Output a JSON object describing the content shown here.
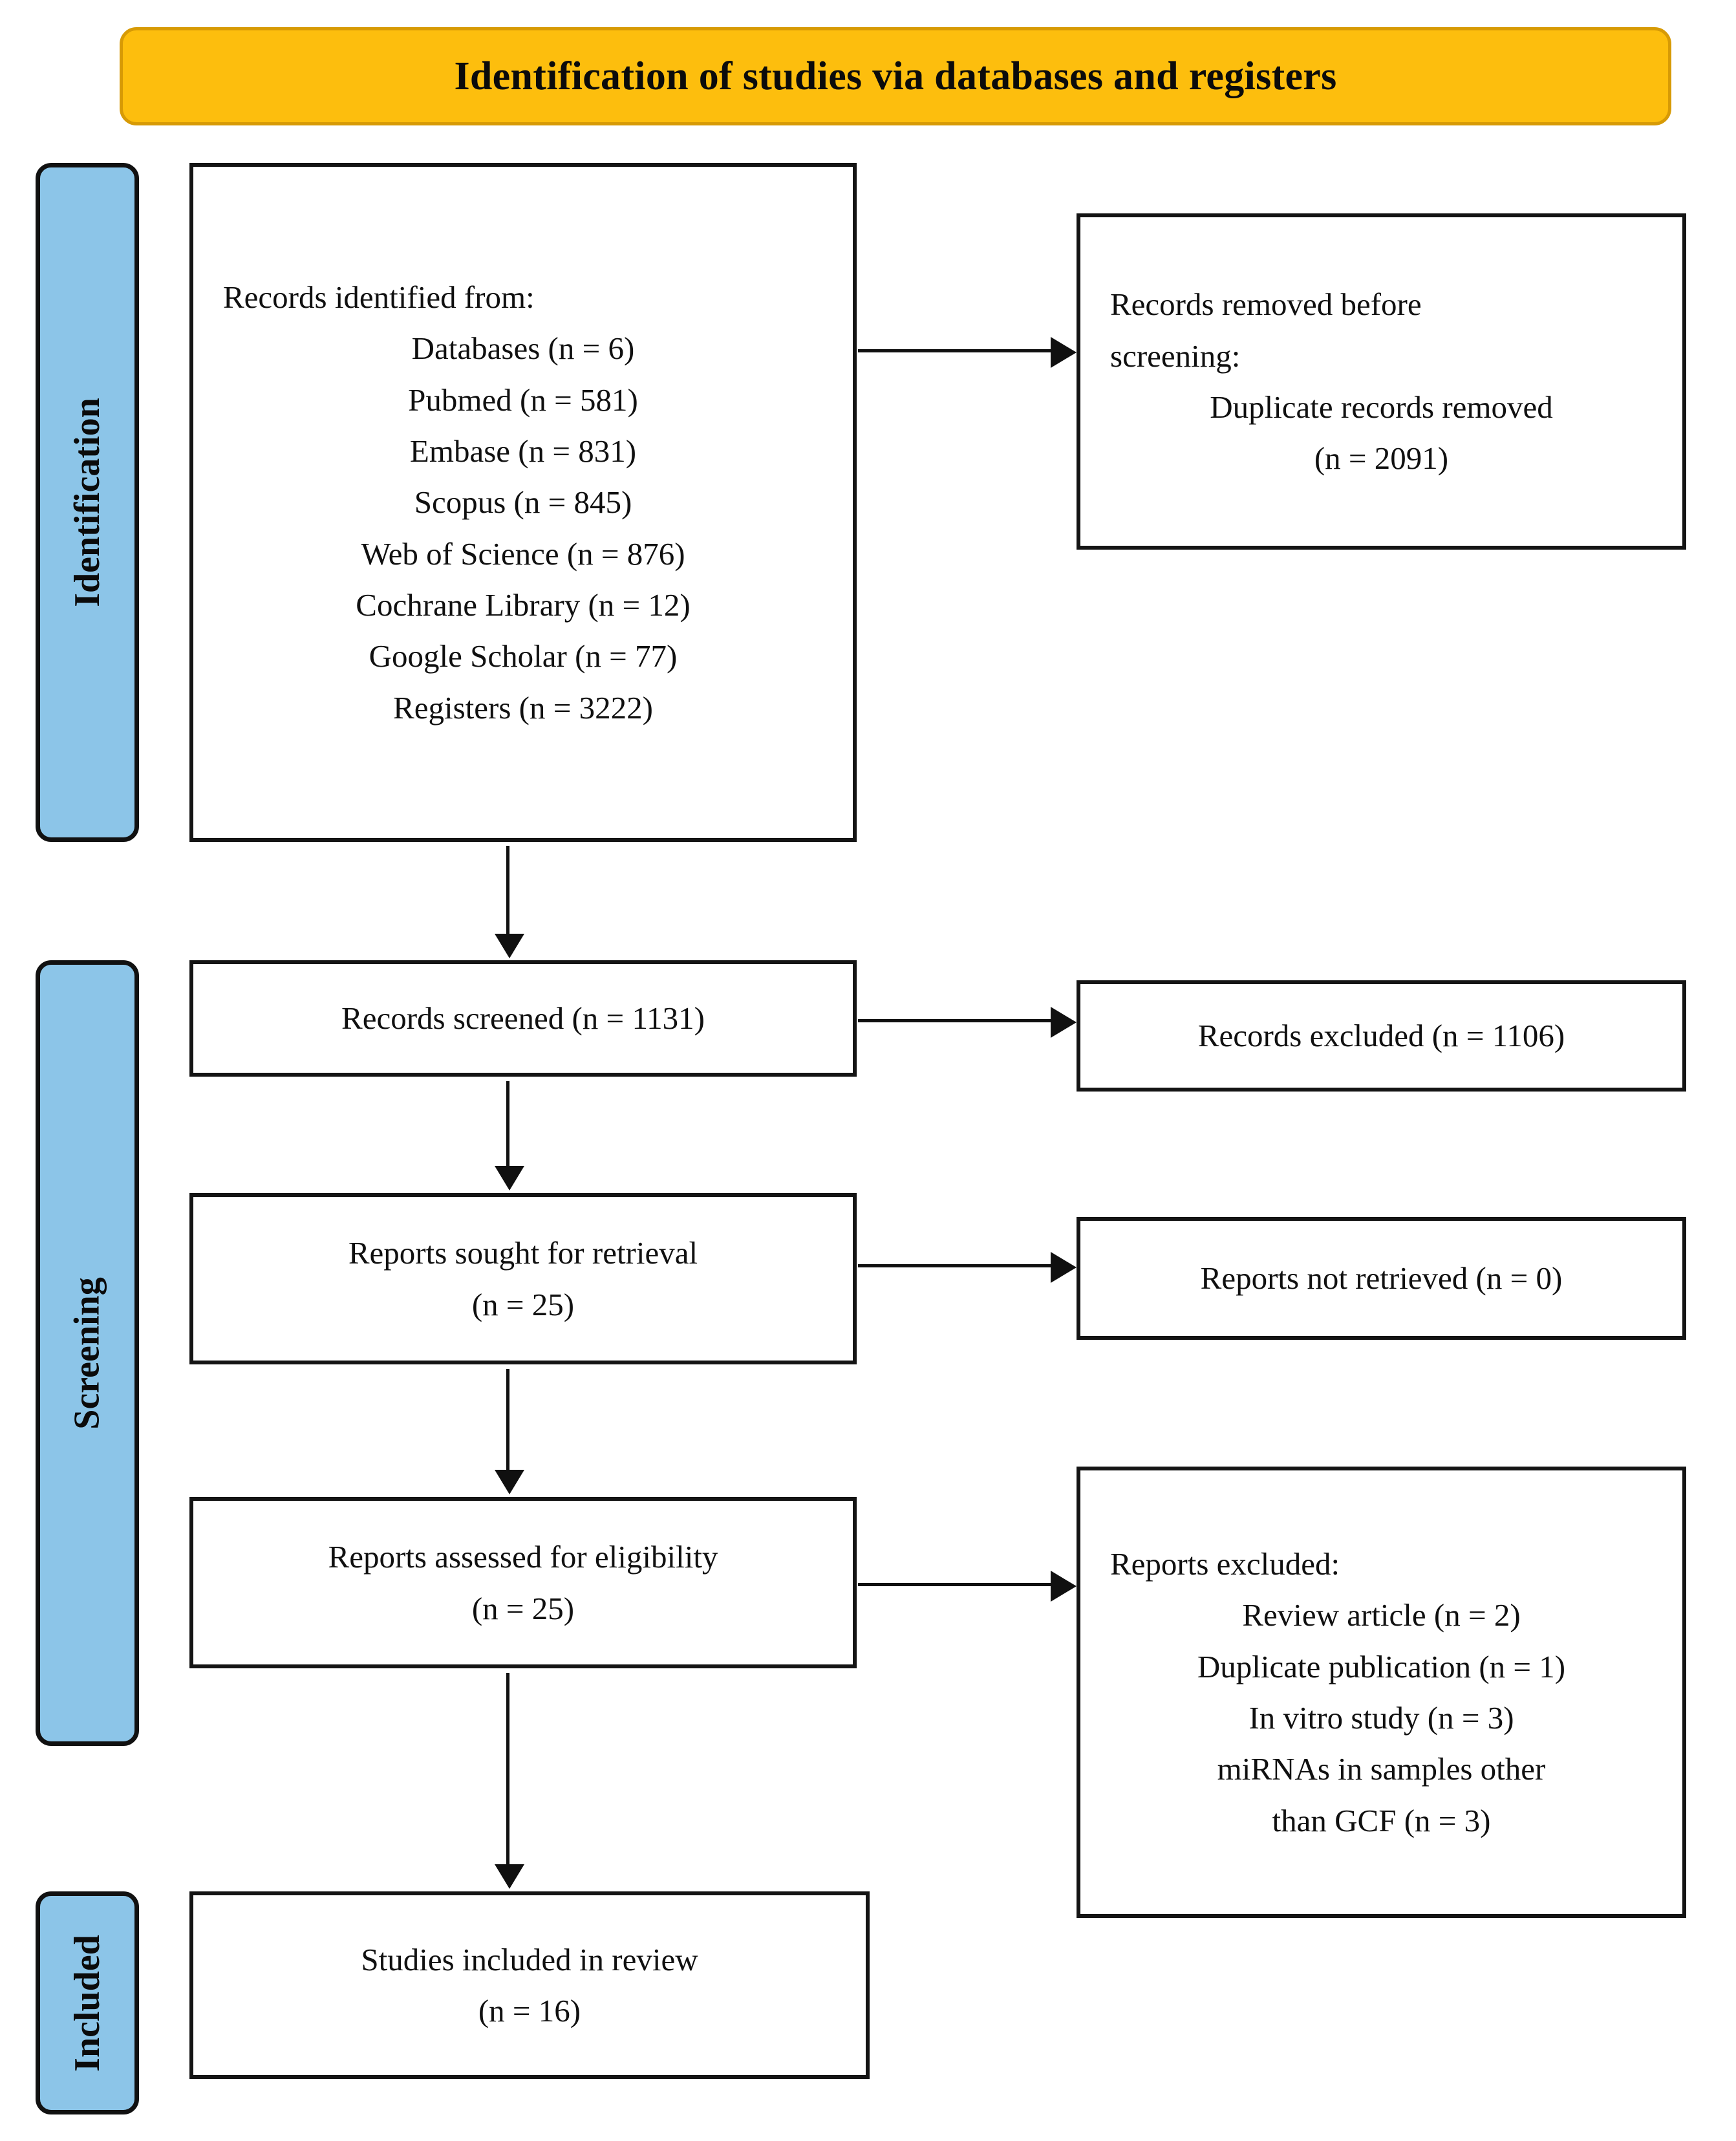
{
  "banner": {
    "title": "Identification of studies via databases and registers",
    "fill_color": "#FDBE0D",
    "border_color": "#D79A05"
  },
  "stages": {
    "fill_color": "#8CC5E8",
    "identification": "Identification",
    "screening": "Screening",
    "included": "Included"
  },
  "boxes": {
    "identified": {
      "heading": "Records identified from:",
      "items": [
        "Databases (n = 6)",
        "Pubmed (n = 581)",
        "Embase (n = 831)",
        "Scopus (n = 845)",
        "Web of Science (n = 876)",
        "Cochrane Library (n = 12)",
        "Google Scholar (n = 77)",
        "Registers (n = 3222)"
      ]
    },
    "removed": {
      "heading_line1": "Records removed before",
      "heading_line2": "screening:",
      "item_line1": "Duplicate records removed",
      "item_line2": "(n = 2091)"
    },
    "screened": {
      "text": "Records screened (n = 1131)"
    },
    "excluded": {
      "text": "Records excluded (n = 1106)"
    },
    "sought": {
      "line1": "Reports sought for retrieval",
      "line2": "(n = 25)"
    },
    "not_retrieved": {
      "text": "Reports not retrieved (n = 0)"
    },
    "assessed": {
      "line1": "Reports assessed for eligibility",
      "line2": "(n = 25)"
    },
    "reports_excluded": {
      "heading": "Reports excluded:",
      "items": [
        "Review article (n = 2)",
        "Duplicate publication (n = 1)",
        "In vitro study (n = 3)",
        "miRNAs in samples other",
        "than GCF (n = 3)"
      ]
    },
    "included": {
      "line1": "Studies included in review",
      "line2": "(n = 16)"
    }
  },
  "chart_data": {
    "type": "diagram",
    "title": "Identification of studies via databases and registers",
    "diagram_kind": "PRISMA flow diagram",
    "stages": [
      "Identification",
      "Screening",
      "Included"
    ],
    "nodes": [
      {
        "id": "identified",
        "stage": "Identification",
        "label": "Records identified from:",
        "counts": {
          "Databases": 6,
          "Pubmed": 581,
          "Embase": 831,
          "Scopus": 845,
          "Web of Science": 876,
          "Cochrane Library": 12,
          "Google Scholar": 77,
          "Registers": 3222
        }
      },
      {
        "id": "removed",
        "stage": "Identification",
        "label": "Records removed before screening: Duplicate records removed",
        "count": 2091
      },
      {
        "id": "screened",
        "stage": "Screening",
        "label": "Records screened",
        "count": 1131
      },
      {
        "id": "excluded",
        "stage": "Screening",
        "label": "Records excluded",
        "count": 1106
      },
      {
        "id": "sought",
        "stage": "Screening",
        "label": "Reports sought for retrieval",
        "count": 25
      },
      {
        "id": "not_retrieved",
        "stage": "Screening",
        "label": "Reports not retrieved",
        "count": 0
      },
      {
        "id": "assessed",
        "stage": "Screening",
        "label": "Reports assessed for eligibility",
        "count": 25
      },
      {
        "id": "reports_excluded",
        "stage": "Screening",
        "label": "Reports excluded",
        "counts": {
          "Review article": 2,
          "Duplicate publication": 1,
          "In vitro study": 3,
          "miRNAs in samples other than GCF": 3
        }
      },
      {
        "id": "included",
        "stage": "Included",
        "label": "Studies included in review",
        "count": 16
      }
    ],
    "edges": [
      {
        "from": "identified",
        "to": "removed",
        "direction": "right"
      },
      {
        "from": "identified",
        "to": "screened",
        "direction": "down"
      },
      {
        "from": "screened",
        "to": "excluded",
        "direction": "right"
      },
      {
        "from": "screened",
        "to": "sought",
        "direction": "down"
      },
      {
        "from": "sought",
        "to": "not_retrieved",
        "direction": "right"
      },
      {
        "from": "sought",
        "to": "assessed",
        "direction": "down"
      },
      {
        "from": "assessed",
        "to": "reports_excluded",
        "direction": "right"
      },
      {
        "from": "assessed",
        "to": "included",
        "direction": "down"
      }
    ]
  }
}
